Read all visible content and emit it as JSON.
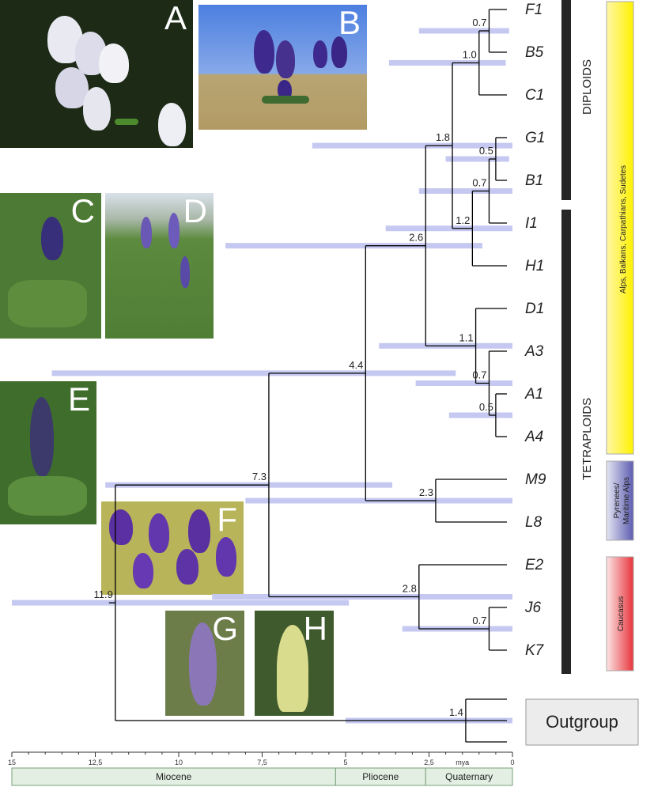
{
  "tree": {
    "taxa": [
      {
        "id": "F1",
        "label": "F1"
      },
      {
        "id": "B5",
        "label": "B5"
      },
      {
        "id": "C1",
        "label": "C1"
      },
      {
        "id": "G1",
        "label": "G1"
      },
      {
        "id": "B1",
        "label": "B1"
      },
      {
        "id": "I1",
        "label": "I1"
      },
      {
        "id": "H1",
        "label": "H1"
      },
      {
        "id": "D1",
        "label": "D1"
      },
      {
        "id": "A3",
        "label": "A3"
      },
      {
        "id": "A1",
        "label": "A1"
      },
      {
        "id": "A4",
        "label": "A4"
      },
      {
        "id": "M9",
        "label": "M9"
      },
      {
        "id": "L8",
        "label": "L8"
      },
      {
        "id": "E2",
        "label": "E2"
      },
      {
        "id": "J6",
        "label": "J6"
      },
      {
        "id": "K7",
        "label": "K7"
      }
    ],
    "nodes": [
      {
        "id": "n_f1b5",
        "age": 0.7,
        "label": "0.7",
        "ci": [
          0.1,
          2.8
        ],
        "children": [
          "F1",
          "B5"
        ]
      },
      {
        "id": "n_f1c1",
        "age": 1.0,
        "label": "1.0",
        "ci": [
          0.2,
          3.7
        ],
        "children": [
          "n_f1b5",
          "C1"
        ]
      },
      {
        "id": "n_g1b1",
        "age": 0.5,
        "label": "0.5",
        "ci": [
          0.1,
          2.0
        ],
        "children": [
          "G1",
          "B1"
        ]
      },
      {
        "id": "n_g1i1",
        "age": 0.7,
        "label": "0.7",
        "ci": [
          0.0,
          2.8
        ],
        "children": [
          "n_g1b1",
          "I1"
        ]
      },
      {
        "id": "n_g1h1",
        "age": 1.2,
        "label": "1.2",
        "ci": [
          0.0,
          3.8
        ],
        "children": [
          "n_g1i1",
          "H1"
        ]
      },
      {
        "id": "n_dip",
        "age": 1.8,
        "label": "1.8",
        "ci": [
          0.0,
          6.0
        ],
        "children": [
          "n_f1c1",
          "n_g1h1"
        ]
      },
      {
        "id": "n_a1a4",
        "age": 0.5,
        "label": "0.5",
        "ci": [
          0.0,
          1.9
        ],
        "children": [
          "A1",
          "A4"
        ]
      },
      {
        "id": "n_a3a1",
        "age": 0.7,
        "label": "0.7",
        "ci": [
          0.0,
          2.9
        ],
        "children": [
          "A3",
          "n_a1a4"
        ]
      },
      {
        "id": "n_d1a3",
        "age": 1.1,
        "label": "1.1",
        "ci": [
          0.0,
          4.0
        ],
        "children": [
          "D1",
          "n_a3a1"
        ]
      },
      {
        "id": "n_alps",
        "age": 2.6,
        "label": "2.6",
        "ci": [
          0.9,
          8.6
        ],
        "children": [
          "n_dip",
          "n_d1a3"
        ]
      },
      {
        "id": "n_m9l8",
        "age": 2.3,
        "label": "2.3",
        "ci": [
          0.0,
          8.0
        ],
        "children": [
          "M9",
          "L8"
        ]
      },
      {
        "id": "n_44",
        "age": 4.4,
        "label": "4.4",
        "ci": [
          1.7,
          13.8
        ],
        "children": [
          "n_alps",
          "n_m9l8"
        ]
      },
      {
        "id": "n_j6k7",
        "age": 0.7,
        "label": "0.7",
        "ci": [
          0.0,
          3.3
        ],
        "children": [
          "J6",
          "K7"
        ]
      },
      {
        "id": "n_e2j6",
        "age": 2.8,
        "label": "2.8",
        "ci": [
          0.0,
          9.0
        ],
        "children": [
          "E2",
          "n_j6k7"
        ]
      },
      {
        "id": "n_73",
        "age": 7.3,
        "label": "7.3",
        "ci": [
          3.6,
          12.2
        ],
        "children": [
          "n_44",
          "n_e2j6"
        ]
      },
      {
        "id": "n_og",
        "age": 1.4,
        "label": "1.4",
        "ci": [
          0.0,
          5.0
        ],
        "children": [
          "og1",
          "og2",
          "og3"
        ]
      },
      {
        "id": "n_root",
        "age": 11.9,
        "label": "11.9",
        "ci": [
          4.9,
          15.0
        ],
        "children": [
          "n_73",
          "n_og"
        ]
      }
    ],
    "outgroup_label": "Outgroup"
  },
  "groups": {
    "diploids": "DIPLOIDS",
    "tetraploids": "TETRAPLOIDS"
  },
  "regions": [
    {
      "label": "Alps, Balkans, Carpathians, Sudetes",
      "color": "#fff200"
    },
    {
      "label": "Pyrenees/\nMaritime Alps",
      "color": "#5c5cb0"
    },
    {
      "label": "Caucasus",
      "color": "#e8343c"
    }
  ],
  "axis": {
    "ticks": [
      "15",
      "12,5",
      "10",
      "7,5",
      "5",
      "2,5",
      "0"
    ],
    "unit": "mya",
    "min": 0,
    "max": 15,
    "epochs": [
      {
        "label": "Miocene",
        "from": 15,
        "to": 5.3
      },
      {
        "label": "Pliocene",
        "from": 5.3,
        "to": 2.6
      },
      {
        "label": "Quaternary",
        "from": 2.6,
        "to": 0
      }
    ]
  },
  "photos": [
    {
      "id": "A",
      "letter": "A"
    },
    {
      "id": "B",
      "letter": "B"
    },
    {
      "id": "C",
      "letter": "C"
    },
    {
      "id": "D",
      "letter": "D"
    },
    {
      "id": "E",
      "letter": "E"
    },
    {
      "id": "F",
      "letter": "F"
    },
    {
      "id": "G",
      "letter": "G"
    },
    {
      "id": "H",
      "letter": "H"
    }
  ],
  "colors": {
    "ci_bar": "#c5c8f0",
    "branch": "#000000",
    "epoch_fill": "#e3efe2",
    "epoch_border": "#7aa07a",
    "group_bar": "#262626"
  }
}
